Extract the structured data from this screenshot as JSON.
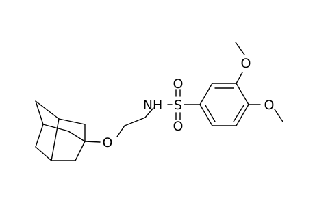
{
  "atoms": {
    "sulfonamide_nitrogen": "NH",
    "sulfur": "S",
    "sulfonyl_oxygen_top": "O",
    "sulfonyl_oxygen_bottom": "O",
    "methoxy_oxygen_meta": "O",
    "methoxy_oxygen_para": "O",
    "ether_oxygen": "O"
  }
}
